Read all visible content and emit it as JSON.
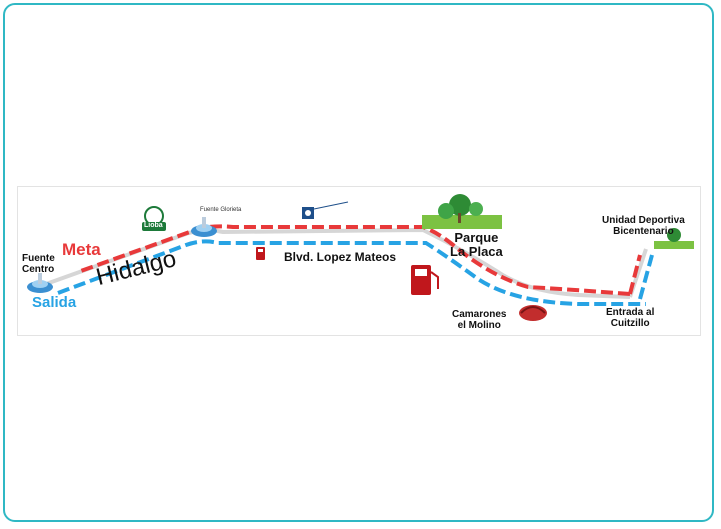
{
  "map": {
    "labels": {
      "fuente_centro": "Fuente\nCentro",
      "meta": "Meta",
      "salida": "Salida",
      "hidalgo": "Hidalgo",
      "lioba": "Lioba",
      "fuente_glorieta": "Fuente Glorieta",
      "blvd_lopez_mateos": "Blvd. Lopez Mateos",
      "parque_la_placa": "Parque\nLa Placa",
      "camarones_el_molino": "Camarones\nel Molino",
      "entrada_cuitzillo": "Entrada al\nCuitzillo",
      "unidad_deportiva": "Unidad Deportiva\nBicentenario"
    },
    "colors": {
      "meta_arrows": "#e8393a",
      "salida_arrows": "#27a3e4",
      "frame": "#2fb8c4",
      "road": "#c9c9c9",
      "fuel_icon": "#c0171c"
    },
    "icons": [
      "fountain-icon",
      "fuel-pump-icon",
      "park-trees-icon",
      "shrimp-restaurant-icon",
      "lioba-logo",
      "sign-icon"
    ]
  }
}
